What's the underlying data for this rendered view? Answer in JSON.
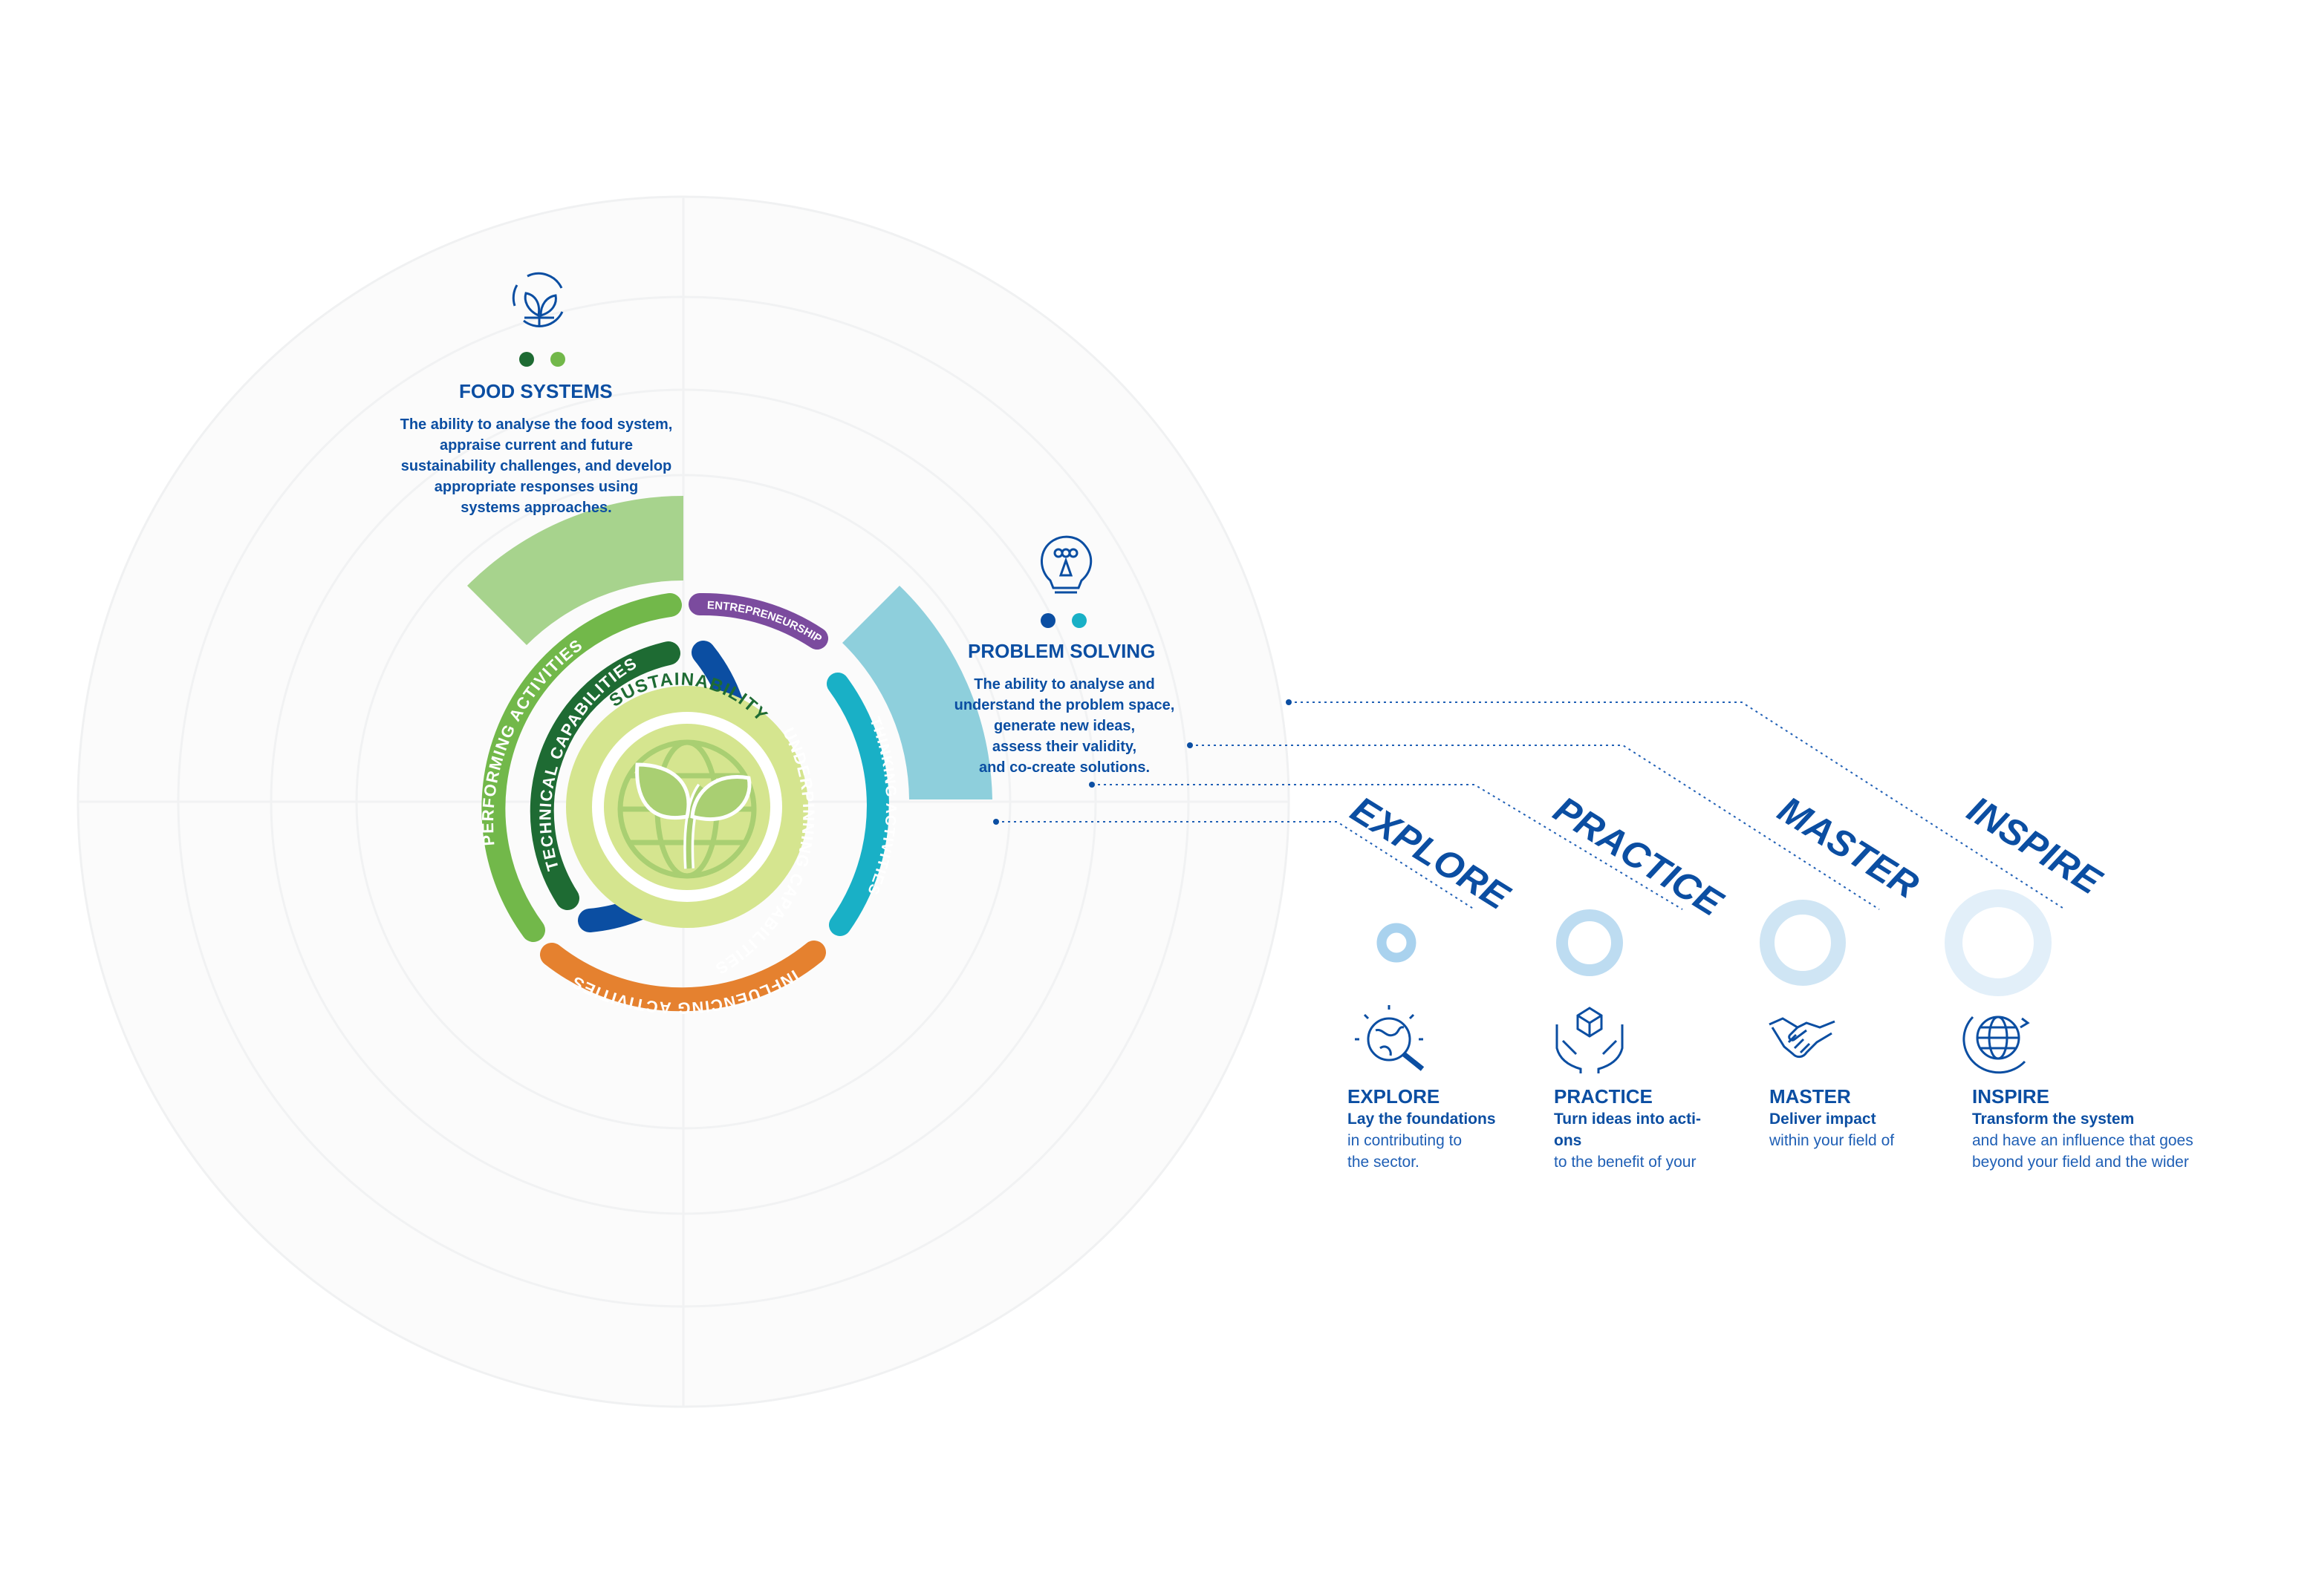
{
  "hub": {
    "center_label": "SUSTAINABILITY"
  },
  "rings": {
    "performing": "PERFORMING ACTIVITIES",
    "technical": "TECHNICAL CAPABILITIES",
    "entrepreneurship": "ENTREPRENEURSHIP",
    "underpinning": "UNDERPINNING CAPABILITIES",
    "thinking": "THINKING ACTIVITIES",
    "influencing": "INFLUENCING ACTIVITIES"
  },
  "food_systems": {
    "title": "FOOD SYSTEMS",
    "lines": [
      "The ability to analyse the food system,",
      "appraise current and future",
      "sustainability challenges, and develop",
      "appropriate responses using",
      "systems approaches."
    ],
    "icon": "leaf-cycle-icon"
  },
  "problem_solving": {
    "title": "PROBLEM SOLVING",
    "lines": [
      "The ability to analyse and",
      "understand the problem space,",
      "generate new ideas,",
      "assess their validity,",
      "and co-create solutions."
    ],
    "icon": "lightbulb-icon"
  },
  "stages": [
    {
      "heading": "EXPLORE",
      "title": "EXPLORE",
      "lines": [
        "Lay the foundations",
        "in contributing to",
        "the sector."
      ],
      "icon": "globe-magnifier-icon"
    },
    {
      "heading": "PRACTICE",
      "title": "PRACTICE",
      "lines": [
        "Turn ideas into acti-",
        "ons",
        "to the benefit of your"
      ],
      "icon": "hands-cube-icon"
    },
    {
      "heading": "MASTER",
      "title": "MASTER",
      "lines": [
        "Deliver impact",
        "within your field of"
      ],
      "icon": "handshake-icon"
    },
    {
      "heading": "INSPIRE",
      "title": "INSPIRE",
      "lines": [
        "Transform the system",
        "and have an influence that goes",
        "beyond your field and the wider"
      ],
      "icon": "globe-orbit-icon"
    }
  ],
  "colors": {
    "dark_blue": "#0b4ea2",
    "light_green": "#72b84a",
    "dark_green": "#1e6b33",
    "pale_green": "#a7d38d",
    "purple": "#7b4b9e",
    "cyan": "#19b0c6",
    "pale_cyan": "#8ecfdc",
    "orange": "#e5812f",
    "hub_lime": "#d5e58f",
    "hub_icon_green": "#a9cf72",
    "background_circles": "#f4f5f6"
  }
}
